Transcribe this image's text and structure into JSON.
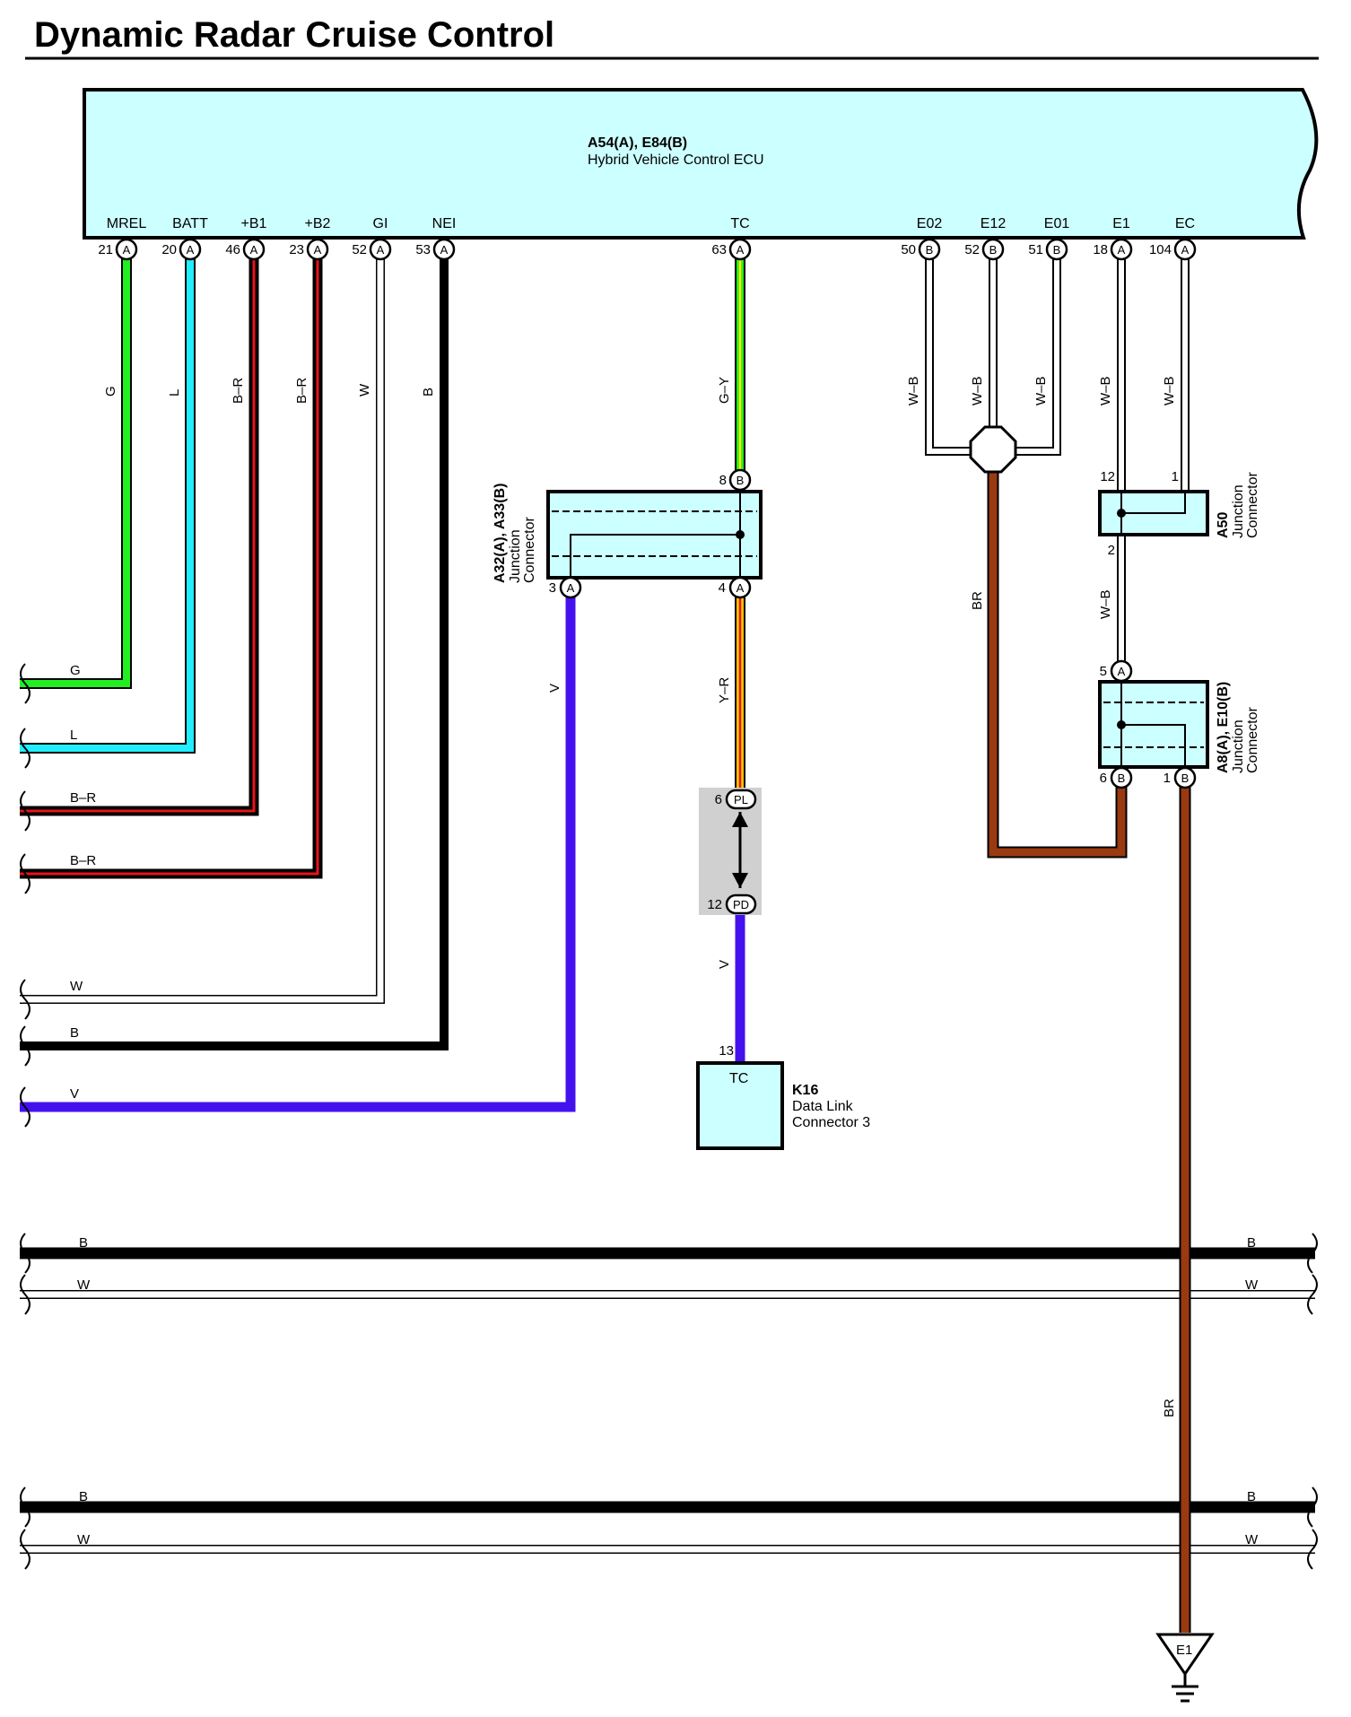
{
  "title": "Dynamic Radar Cruise Control",
  "ecu": {
    "code": "A54(A), E84(B)",
    "name": "Hybrid Vehicle Control ECU",
    "terminals": [
      {
        "name": "MREL",
        "pin": "21",
        "conn": "A"
      },
      {
        "name": "BATT",
        "pin": "20",
        "conn": "A"
      },
      {
        "name": "+B1",
        "pin": "46",
        "conn": "A"
      },
      {
        "name": "+B2",
        "pin": "23",
        "conn": "A"
      },
      {
        "name": "GI",
        "pin": "52",
        "conn": "A"
      },
      {
        "name": "NEI",
        "pin": "53",
        "conn": "A"
      },
      {
        "name": "TC",
        "pin": "63",
        "conn": "A"
      },
      {
        "name": "E02",
        "pin": "50",
        "conn": "B"
      },
      {
        "name": "E12",
        "pin": "52",
        "conn": "B"
      },
      {
        "name": "E01",
        "pin": "51",
        "conn": "B"
      },
      {
        "name": "E1",
        "pin": "18",
        "conn": "A"
      },
      {
        "name": "EC",
        "pin": "104",
        "conn": "A"
      }
    ]
  },
  "wire_colors": {
    "G": "#22ee22",
    "L": "#22eeff",
    "B-R": "#e8141a",
    "W": "#ffffff",
    "B": "#000000",
    "G-Y": "#22ee22",
    "Y-R": "#ffc400",
    "V": "#4411ee",
    "BR": "#9a3a10",
    "W-B": "#ffffff"
  },
  "wire_labels": {
    "mrel": "G",
    "batt": "L",
    "b1": "B–R",
    "b2": "B–R",
    "gi": "W",
    "nei": "B",
    "tc_top": "G–Y",
    "tc_mid": "Y–R",
    "tc_bot": "V",
    "jc_out": "V",
    "e02": "W–B",
    "e12": "W–B",
    "e01": "W–B",
    "e1": "W–B",
    "ec": "W–B",
    "a50_out": "W–B",
    "ground_br": "BR",
    "e1_ground": "BR"
  },
  "left_exits": [
    "G",
    "L",
    "B–R",
    "B–R",
    "W",
    "B",
    "V"
  ],
  "bus_labels": {
    "b": "B",
    "w": "W"
  },
  "junction_a32": {
    "title": "A32(A), A33(B)",
    "desc1": "Junction",
    "desc2": "Connector",
    "pin_in": "8",
    "conn_in": "B",
    "pin_out1": "3",
    "conn_out1": "A",
    "pin_out2": "4",
    "conn_out2": "A"
  },
  "junction_a50": {
    "title": "A50",
    "desc1": "Junction",
    "desc2": "Connector",
    "pin_a": "12",
    "pin_b": "1",
    "pin_out": "2"
  },
  "junction_a8": {
    "title": "A8(A), E10(B)",
    "desc1": "Junction",
    "desc2": "Connector",
    "pin_in": "5",
    "conn_in": "A",
    "pin_l": "6",
    "conn_l": "B",
    "pin_r": "1",
    "conn_r": "B"
  },
  "inline_connector": {
    "top_pin": "6",
    "top_code": "PL",
    "bot_pin": "12",
    "bot_code": "PD"
  },
  "dlc": {
    "code": "K16",
    "name1": "Data Link",
    "name2": "Connector 3",
    "pin": "13",
    "terminal": "TC"
  },
  "ground": {
    "label": "E1"
  }
}
